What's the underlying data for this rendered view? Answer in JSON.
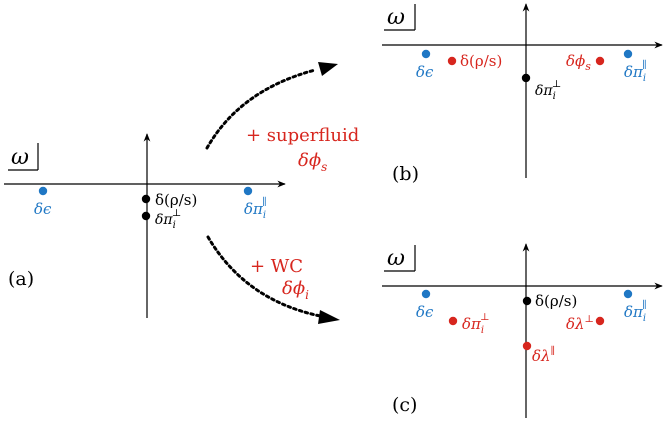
{
  "colors": {
    "black": "#000000",
    "red": "#d7261e",
    "blue": "#1f77c4"
  },
  "axis_symbol": "ω",
  "panels": {
    "a": {
      "tag": "(a)",
      "labels": {
        "epsilon": "δϵ",
        "rho_s": "δ(ρ/s)",
        "pi_perp": "δπ",
        "pi_perp_sub": "i",
        "pi_perp_sup": "⊥",
        "pi_par": "δπ",
        "pi_par_sub": "i",
        "pi_par_sup": "∥"
      }
    },
    "b": {
      "tag": "(b)",
      "labels": {
        "epsilon": "δϵ",
        "rho_s": "δ(ρ/s)",
        "phi_s": "δϕ",
        "phi_s_sub": "s",
        "pi_perp": "δπ",
        "pi_perp_sub": "i",
        "pi_perp_sup": "⊥",
        "pi_par": "δπ",
        "pi_par_sub": "i",
        "pi_par_sup": "∥"
      }
    },
    "c": {
      "tag": "(c)",
      "labels": {
        "epsilon": "δϵ",
        "rho_s": "δ(ρ/s)",
        "pi_perp": "δπ",
        "pi_perp_sub": "i",
        "pi_perp_sup": "⊥",
        "lambda_perp": "δλ",
        "lambda_perp_sup": "⊥",
        "lambda_par": "δλ",
        "lambda_par_sup": "∥",
        "pi_par": "δπ",
        "pi_par_sub": "i",
        "pi_par_sup": "∥"
      }
    }
  },
  "arrows": {
    "superfluid": {
      "line1": "+ superfluid",
      "line2": "δϕ",
      "line2_sub": "s"
    },
    "wc": {
      "line1": "+ WC",
      "line2": "δϕ",
      "line2_sub": "i"
    }
  }
}
